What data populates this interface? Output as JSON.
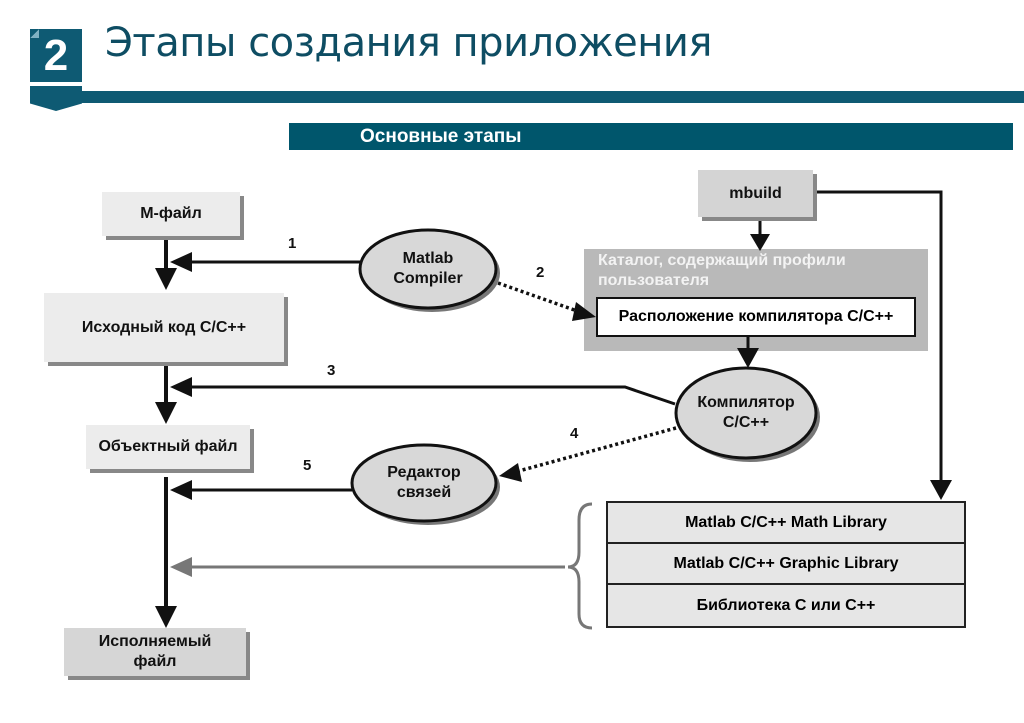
{
  "header": {
    "section_number": "2",
    "title": "Этапы создания приложения",
    "subtitle": "Основные этапы",
    "accent_color": "#0e5a73"
  },
  "diagram": {
    "boxes": {
      "m_file": "М-файл",
      "source_code": "Исходный код C/C++",
      "object_file": "Объектный файл",
      "executable": "Исполняемый файл",
      "mbuild": "mbuild"
    },
    "ellipses": {
      "matlab_compiler": "Matlab Compiler",
      "cpp_compiler": "Компилятор C/C++",
      "linker": "Редактор связей"
    },
    "catalog": {
      "label": "Каталог, содержащий профили пользователя",
      "inner": "Расположение компилятора C/C++"
    },
    "libraries": [
      "Matlab C/C++ Math Library",
      "Matlab C/C++ Graphic Library",
      "Библиотека C или C++"
    ],
    "step_labels": [
      "1",
      "2",
      "3",
      "4",
      "5"
    ]
  }
}
